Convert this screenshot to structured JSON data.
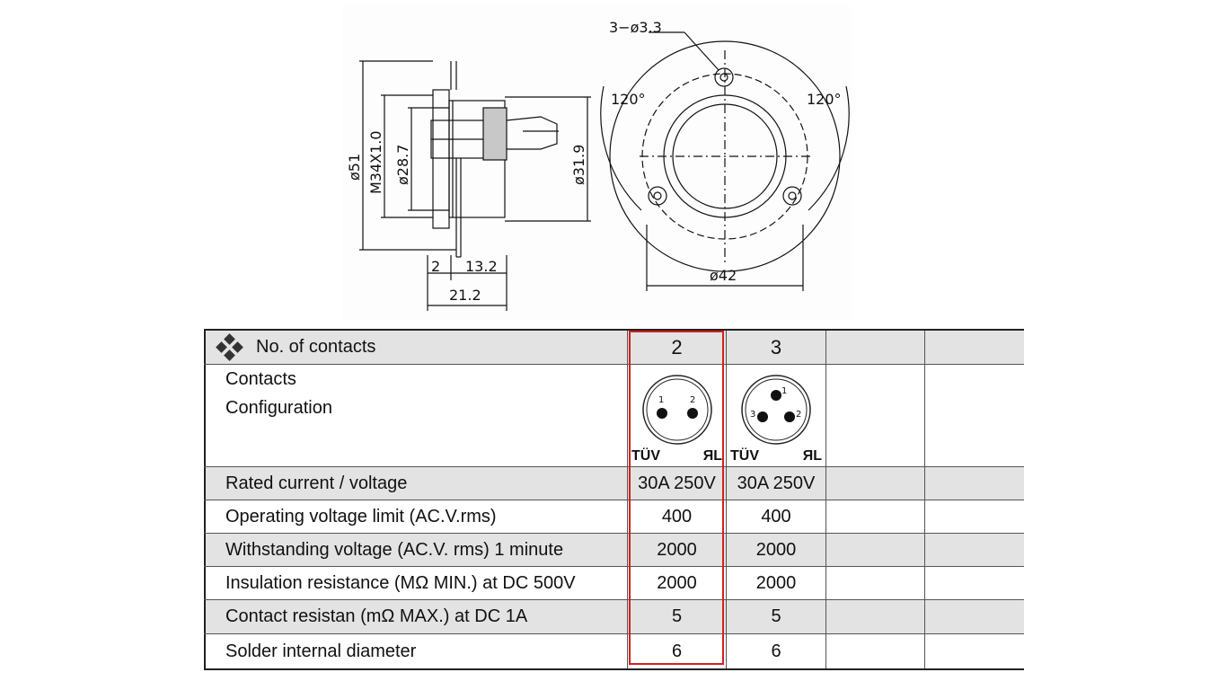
{
  "drawing": {
    "dims": {
      "d51": "ø51",
      "m34": "M34X1.0",
      "d28_7": "ø28.7",
      "d31_9": "ø31.9",
      "w2": "2",
      "w13_2": "13.2",
      "w21_2": "21.2",
      "holes": "3−ø3.3",
      "angle_left": "120°",
      "angle_right": "120°",
      "d42": "ø42"
    }
  },
  "table": {
    "header": {
      "label": "No. of contacts",
      "cols": [
        "2",
        "3",
        "",
        ""
      ]
    },
    "configuration": {
      "label_line1": "Contacts",
      "label_line2": "Configuration",
      "contacts_2": {
        "pin_labels": [
          "1",
          "2"
        ],
        "mark_left": "TÜV",
        "mark_right": "ЯL"
      },
      "contacts_3": {
        "pin_labels": [
          "1",
          "2",
          "3"
        ],
        "mark_left": "TÜV",
        "mark_right": "ЯL"
      }
    },
    "rows": [
      {
        "label": "Rated current / voltage",
        "c2": "30A 250V",
        "c3": "30A 250V"
      },
      {
        "label": "Operating voltage limit (AC.V.rms)",
        "c2": "400",
        "c3": "400"
      },
      {
        "label": "Withstanding voltage (AC.V. rms) 1 minute",
        "c2": "2000",
        "c3": "2000"
      },
      {
        "label": "Insulation resistance (MΩ MIN.) at DC 500V",
        "c2": "2000",
        "c3": "2000"
      },
      {
        "label": "Contact resistan (mΩ MAX.) at DC 1A",
        "c2": "5",
        "c3": "5"
      },
      {
        "label": "Solder internal diameter",
        "c2": "6",
        "c3": "6"
      }
    ],
    "highlight_color": "#d42020"
  }
}
